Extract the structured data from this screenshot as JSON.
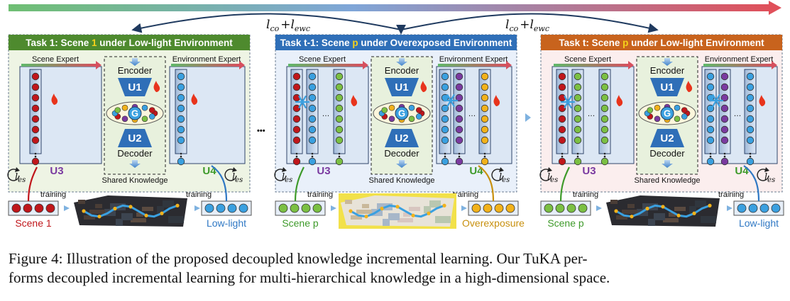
{
  "tasks": [
    {
      "header_prefix": "Task 1: Scene ",
      "header_highlight": "1",
      "header_suffix": " under Low-light Environment",
      "header_color": "#4e8a2e",
      "highlight_color": "#f5d21a",
      "panel_fill": "#eef4e4",
      "scene_expert_label": "Scene Expert",
      "env_expert_label": "Environment Expert",
      "encoder_label": "Encoder",
      "decoder_label": "Decoder",
      "shared_label": "Shared Knowledge",
      "u1": "U1",
      "u2": "U2",
      "u3": "U3",
      "u4": "U4",
      "les": "l",
      "les_sub": "es",
      "training_label": "training",
      "scene_label": "Scene 1",
      "scene_label_color": "#c0161b",
      "env_label": "Low-light",
      "env_label_color": "#2f78c4",
      "scene_dot_color": "#c0161b",
      "env_dot_color": "#3aa0e0"
    },
    {
      "header_prefix": "Task t-1: Scene ",
      "header_highlight": "p",
      "header_suffix": " under Overexposed Environment",
      "header_color": "#2f6fb8",
      "highlight_color": "#f5d21a",
      "panel_fill": "#e9f0fa",
      "scene_expert_label": "Scene Expert",
      "env_expert_label": "Environment Expert",
      "encoder_label": "Encoder",
      "decoder_label": "Decoder",
      "shared_label": "Shared Knowledge",
      "u1": "U1",
      "u2": "U2",
      "u3": "U3",
      "u4": "U4",
      "les": "l",
      "les_sub": "es",
      "training_label": "training",
      "scene_label": "Scene p",
      "scene_label_color": "#3e9a2a",
      "env_label": "Overexposure",
      "env_label_color": "#c8900e",
      "scene_dot_color": "#7bc043",
      "env_dot_color": "#f2b21b"
    },
    {
      "header_prefix": "Task t: Scene ",
      "header_highlight": "p",
      "header_suffix": " under Low-light Environment",
      "header_color": "#c8631d",
      "highlight_color": "#f5d21a",
      "panel_fill": "#fbeeee",
      "scene_expert_label": "Scene Expert",
      "env_expert_label": "Environment Expert",
      "encoder_label": "Encoder",
      "decoder_label": "Decoder",
      "shared_label": "Shared Knowledge",
      "u1": "U1",
      "u2": "U2",
      "u3": "U3",
      "u4": "U4",
      "les": "l",
      "les_sub": "es",
      "training_label": "training",
      "scene_label": "Scene p",
      "scene_label_color": "#3e9a2a",
      "env_label": "Low-light",
      "env_label_color": "#2f78c4",
      "scene_dot_color": "#7bc043",
      "env_dot_color": "#3aa0e0"
    }
  ],
  "loss_label": "l",
  "loss_sub1": "co",
  "loss_plus": "+",
  "loss_sub2": "ewc",
  "ellipsis": "•••",
  "colors": {
    "u3_label": "#7a3aa0",
    "u4_label": "#3e9a2a",
    "trapezoid": "#2f6fb8",
    "snowflake": "#3aa0e0",
    "flame": "#e8341c",
    "purple_dot": "#7a3aa0"
  },
  "caption": {
    "line1": "Figure 4: Illustration of the proposed decoupled knowledge incremental learning. Our TuKA per-",
    "line2": "forms decoupled incremental learning for multi-hierarchical knowledge in a high-dimensional space."
  }
}
